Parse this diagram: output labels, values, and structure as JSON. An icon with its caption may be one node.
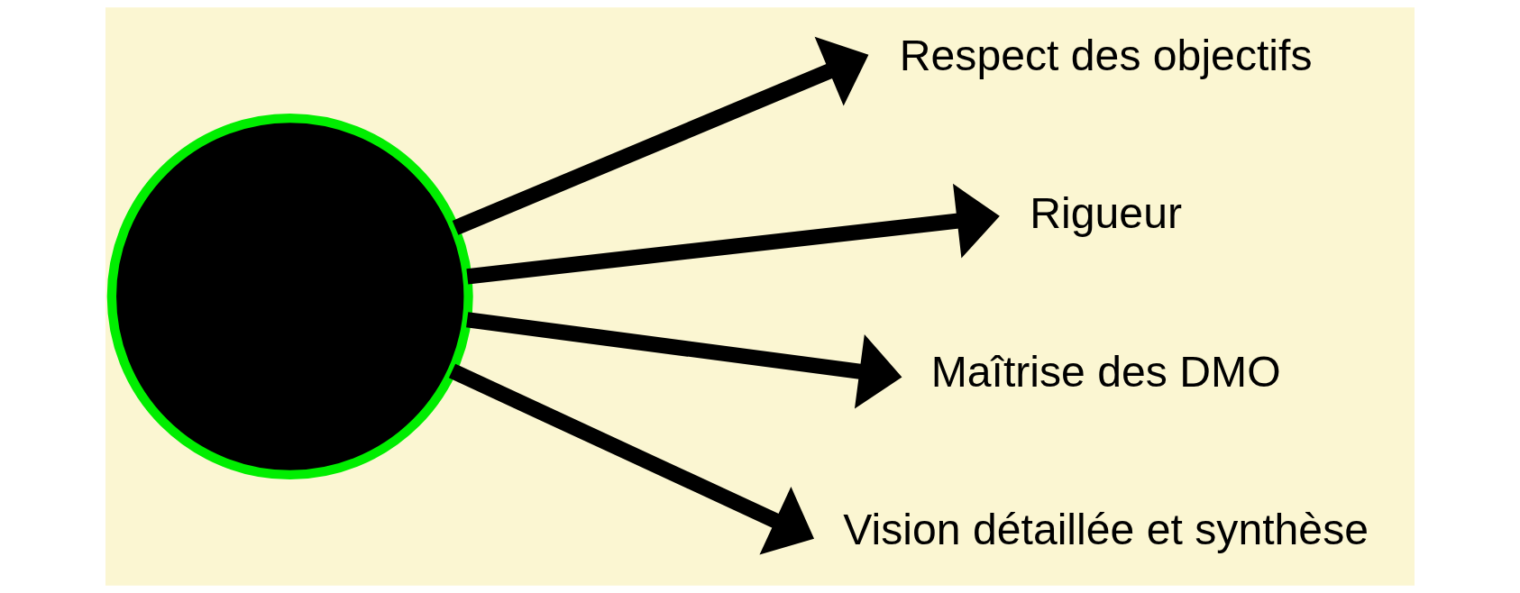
{
  "diagram": {
    "nodes": [
      {
        "text": [],
        "shape": "circle"
      },
      {
        "text": [
          "Respect des objectifs"
        ]
      },
      {
        "text": [
          "Rigueur"
        ]
      },
      {
        "text": [
          "Maîtrise des DMO"
        ]
      },
      {
        "text": [
          "Vision détaillée et synthèse"
        ]
      }
    ],
    "edges": [
      {
        "from": 0,
        "to": 1,
        "arrow": "to"
      },
      {
        "from": 0,
        "to": 2,
        "arrow": "to"
      },
      {
        "from": 0,
        "to": 3,
        "arrow": "to"
      },
      {
        "from": 0,
        "to": 4,
        "arrow": "to"
      }
    ]
  }
}
